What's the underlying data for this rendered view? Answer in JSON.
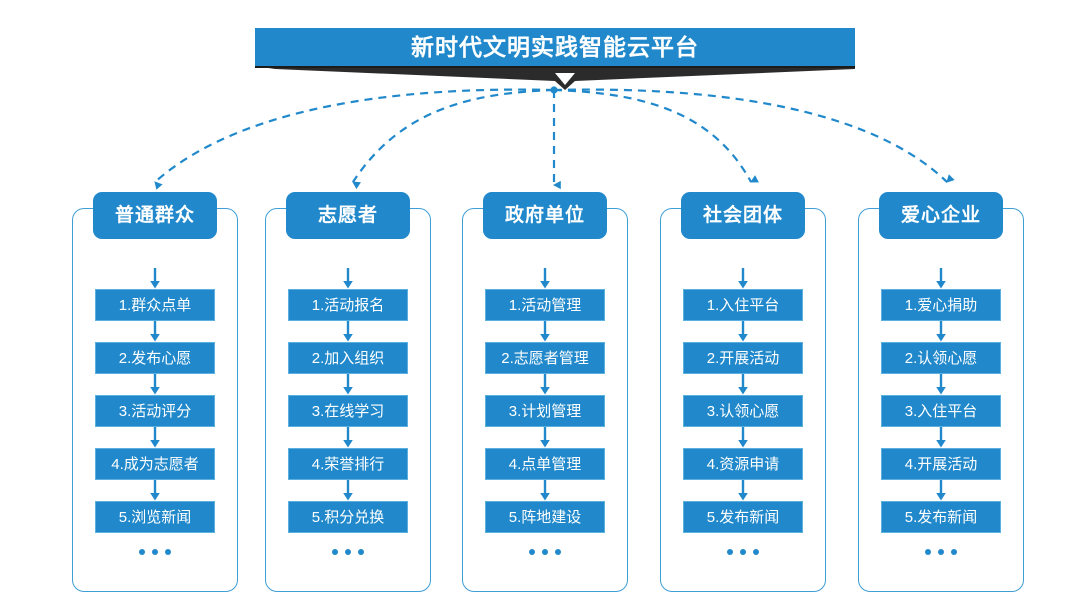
{
  "banner": {
    "title": "新时代文明实践智能云平台",
    "bg_color": "#2189cb",
    "ribbon_color": "#2b2b2b",
    "text_color": "#ffffff"
  },
  "theme": {
    "accent": "#2189cb",
    "frame_border": "#3f9ed6",
    "item_border": "#5cb0e0",
    "background": "#ffffff"
  },
  "ellipsis": "...",
  "columns": [
    {
      "header": "普通群众",
      "items": [
        "1.群众点单",
        "2.发布心愿",
        "3.活动评分",
        "4.成为志愿者",
        "5.浏览新闻"
      ]
    },
    {
      "header": "志愿者",
      "items": [
        "1.活动报名",
        "2.加入组织",
        "3.在线学习",
        "4.荣誉排行",
        "5.积分兑换"
      ]
    },
    {
      "header": "政府单位",
      "items": [
        "1.活动管理",
        "2.志愿者管理",
        "3.计划管理",
        "4.点单管理",
        "5.阵地建设"
      ]
    },
    {
      "header": "社会团体",
      "items": [
        "1.入住平台",
        "2.开展活动",
        "3.认领心愿",
        "4.资源申请",
        "5.发布新闻"
      ]
    },
    {
      "header": "爱心企业",
      "items": [
        "1.爱心捐助",
        "2.认领心愿",
        "3.入住平台",
        "4.开展活动",
        "5.发布新闻"
      ]
    }
  ]
}
